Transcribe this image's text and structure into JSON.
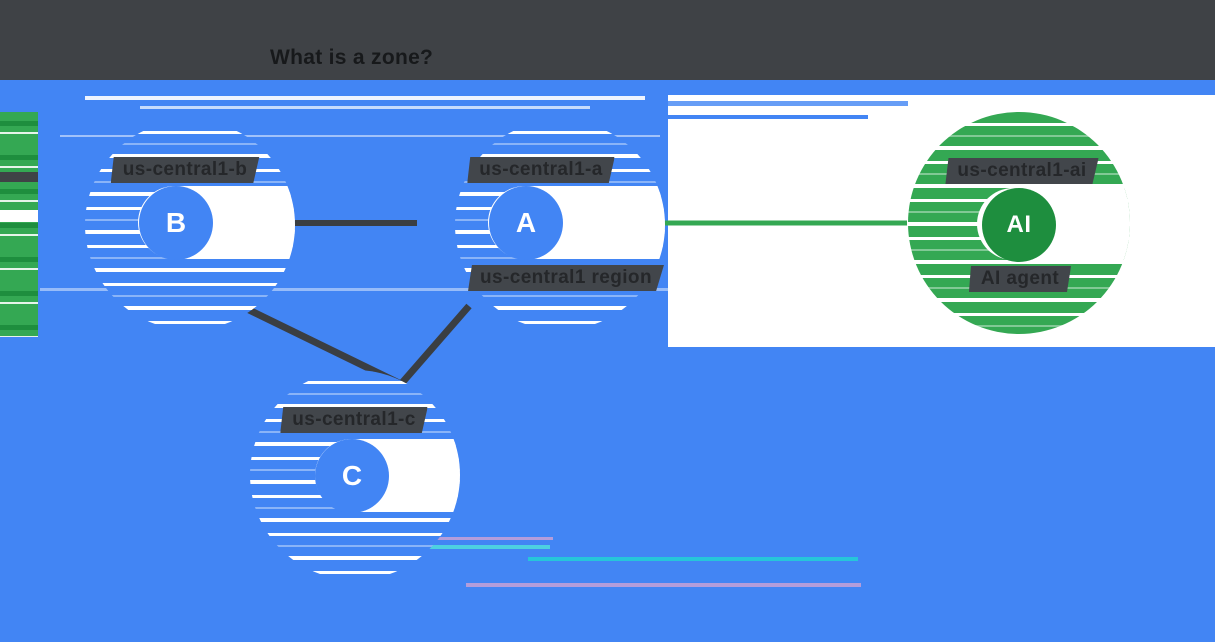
{
  "title": "What is a zone?",
  "nodes": {
    "b": {
      "letter": "B",
      "label": "us-central1-b"
    },
    "a": {
      "letter": "A",
      "label": "us-central1-a",
      "sublabel": "us-central1 region"
    },
    "c": {
      "letter": "C",
      "label": "us-central1-c"
    },
    "ai": {
      "letter": "AI",
      "label": "us-central1-ai",
      "sublabel": "AI agent"
    }
  },
  "connectors": [
    {
      "from": "B",
      "to": "A",
      "color": "#3a3e42"
    },
    {
      "from": "A",
      "to": "AI",
      "color": "#34a853"
    },
    {
      "from": "B",
      "to": "C",
      "color": "#3a3e42"
    },
    {
      "from": "A",
      "to": "C",
      "color": "#3a3e42"
    }
  ],
  "colors": {
    "panel_blue": "#4285f4",
    "node_green": "#34a853",
    "solid_green": "#1e8e3e",
    "header_gray": "#3f4246",
    "label_bar": "#42464b",
    "white": "#ffffff"
  }
}
